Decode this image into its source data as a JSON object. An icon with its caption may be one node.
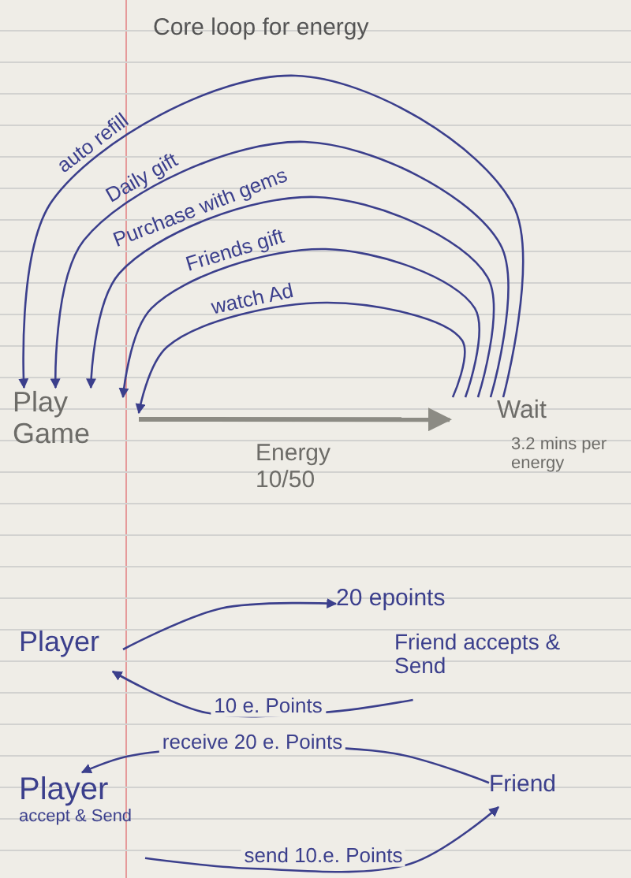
{
  "diagram": {
    "title": "Core loop for energy",
    "nodes": [
      {
        "text": [
          "Play Game"
        ]
      },
      {
        "text": [
          "Wait"
        ],
        "beside": [
          "3.2 mins per energy"
        ]
      },
      {
        "text": [
          "Player"
        ]
      },
      {
        "text": [
          "20 epoints"
        ]
      },
      {
        "text": [
          "Friend accepts & Send"
        ]
      },
      {
        "text": [
          "Player",
          "accept & Send"
        ]
      },
      {
        "text": [
          "Friend"
        ]
      }
    ],
    "edges": [
      {
        "from": 0,
        "to": 1,
        "arrow": "to",
        "label": "Energy 10/50",
        "style": "thick",
        "color": "#8c8b84"
      },
      {
        "from": 1,
        "to": 0,
        "arrow": "to",
        "label": "auto refill"
      },
      {
        "from": 1,
        "to": 0,
        "arrow": "to",
        "label": "Daily gift"
      },
      {
        "from": 1,
        "to": 0,
        "arrow": "to",
        "label": "Purchase with gems"
      },
      {
        "from": 1,
        "to": 0,
        "arrow": "to",
        "label": "Friends gift"
      },
      {
        "from": 1,
        "to": 0,
        "arrow": "to",
        "label": "watch Ad"
      },
      {
        "from": 2,
        "to": 3,
        "arrow": "to"
      },
      {
        "from": 4,
        "to": 2,
        "arrow": "to",
        "label": "10 e. Points"
      },
      {
        "from": 6,
        "to": 5,
        "arrow": "to",
        "label": "receive 20 e. Points"
      },
      {
        "from": 5,
        "to": 6,
        "arrow": "to",
        "label": "send 10.e. Points"
      }
    ]
  }
}
